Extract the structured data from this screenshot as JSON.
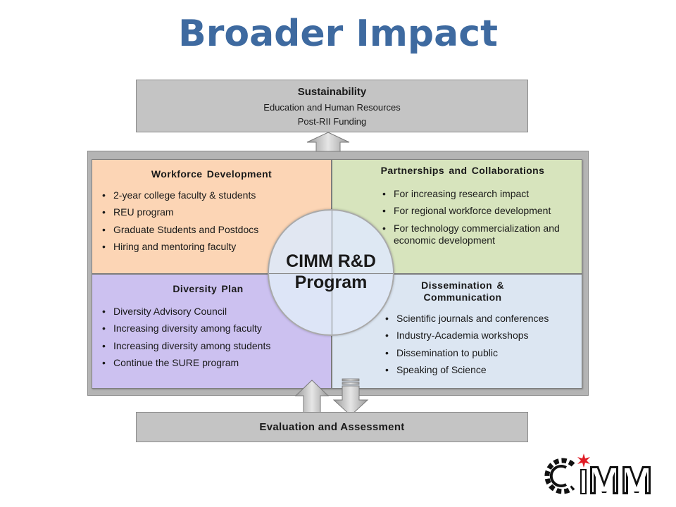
{
  "title": "Broader Impact",
  "sustainability": {
    "heading": "Sustainability",
    "lines": [
      "Education and Human Resources",
      "Post-RII Funding"
    ]
  },
  "evaluation": {
    "heading": "Evaluation and Assessment"
  },
  "center": {
    "line1": "CIMM R&D",
    "line2": "Program"
  },
  "quadrants": {
    "workforce": {
      "heading": "Workforce Development",
      "items": [
        "2-year college faculty & students",
        "REU program",
        "Graduate Students and Postdocs",
        "Hiring and mentoring faculty"
      ]
    },
    "partnerships": {
      "heading": "Partnerships and Collaborations",
      "items": [
        "For increasing research impact",
        "For regional workforce development",
        "For technology commercialization and economic development"
      ]
    },
    "diversity": {
      "heading": "Diversity Plan",
      "items": [
        "Diversity Advisory Council",
        "Increasing diversity among faculty",
        "Increasing diversity among students",
        "Continue the SURE program"
      ]
    },
    "dissemination": {
      "heading_line1": "Dissemination &",
      "heading_line2": "Communication",
      "items": [
        "Scientific journals and conferences",
        "Industry-Academia workshops",
        "Dissemination to public",
        "Speaking of Science"
      ]
    }
  },
  "logo": {
    "text": "CIMM",
    "icon": "cimm-logo-icon"
  },
  "colors": {
    "title": "#3e6aa0",
    "workforce": "#fcd5b5",
    "partnerships": "#d7e4bd",
    "diversity": "#ccc1f0",
    "dissemination": "#dce6f2",
    "gray_box": "#c4c4c4"
  }
}
